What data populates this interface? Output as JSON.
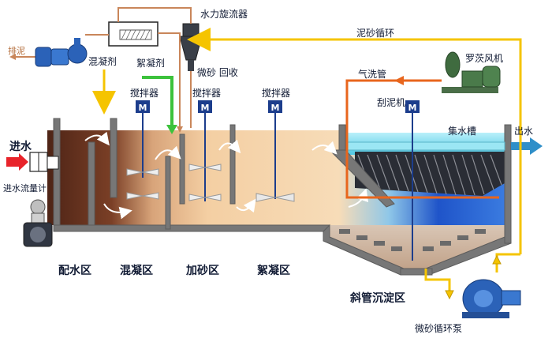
{
  "labels": {
    "hydrocyclone": "水力旋流器",
    "sand_cycle": "泥砂循环",
    "discharge": "排泥",
    "coagulant": "混凝剂",
    "flocculant": "絮凝剂",
    "sand_recovery": "微砂 回收",
    "air_wash_pipe": "气洗管",
    "roots_blower": "罗茨风机",
    "mixer_1": "搅拌器",
    "mixer_2": "搅拌器",
    "mixer_3": "搅拌器",
    "scraper": "刮泥机",
    "collect_tank": "集水槽",
    "water_out": "出水",
    "water_in": "进水",
    "flow_meter": "进水流量计",
    "zone_distribution": "配水区",
    "zone_coagulation": "混凝区",
    "zone_sand": "加砂区",
    "zone_flocculation": "絮凝区",
    "zone_settling": "斜管沉淀区",
    "sand_pump": "微砂循环泵",
    "mixer_mark": "M"
  },
  "colors": {
    "tank_wall": "#6f6f6f",
    "water_dark": "#5a2e1c",
    "water_light": "#f5d3a6",
    "clear_water": "#6ed3e8",
    "sand_line": "#f5c400",
    "air_line": "#e8661d",
    "chem_green": "#3cc23c",
    "pipe_brown": "#c9865a",
    "mixer_blue": "#1c3d8c",
    "inlet_arrow": "#e8232a",
    "outlet_arrow": "#2f8fc9"
  }
}
